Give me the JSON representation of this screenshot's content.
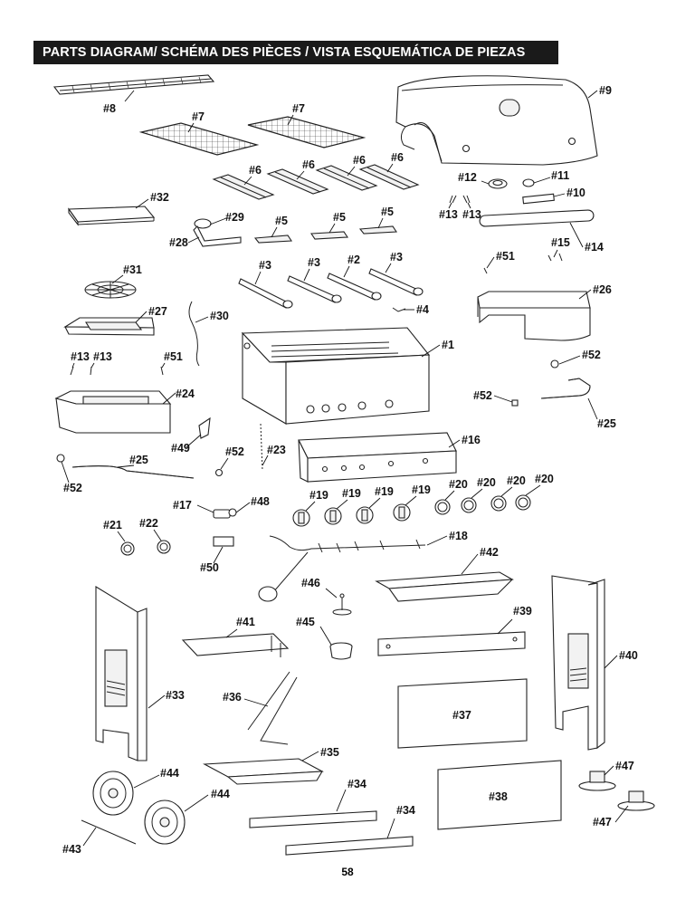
{
  "header": {
    "title": "PARTS DIAGRAM/ SCHÉMA DES PIÈCES / VISTA ESQUEMÁTICA DE PIEZAS"
  },
  "parts": [
    {
      "id": "p8a",
      "label": "#8"
    },
    {
      "id": "p7a",
      "label": "#7"
    },
    {
      "id": "p7b",
      "label": "#7"
    },
    {
      "id": "p9",
      "label": "#9"
    },
    {
      "id": "p6a",
      "label": "#6"
    },
    {
      "id": "p6b",
      "label": "#6"
    },
    {
      "id": "p6c",
      "label": "#6"
    },
    {
      "id": "p6d",
      "label": "#6"
    },
    {
      "id": "p12",
      "label": "#12"
    },
    {
      "id": "p11",
      "label": "#11"
    },
    {
      "id": "p10",
      "label": "#10"
    },
    {
      "id": "p13a",
      "label": "#13"
    },
    {
      "id": "p13b",
      "label": "#13"
    },
    {
      "id": "p32",
      "label": "#32"
    },
    {
      "id": "p29",
      "label": "#29"
    },
    {
      "id": "p28",
      "label": "#28"
    },
    {
      "id": "p5a",
      "label": "#5"
    },
    {
      "id": "p5b",
      "label": "#5"
    },
    {
      "id": "p5c",
      "label": "#5"
    },
    {
      "id": "p15",
      "label": "#15"
    },
    {
      "id": "p14",
      "label": "#14"
    },
    {
      "id": "p51a",
      "label": "#51"
    },
    {
      "id": "p31",
      "label": "#31"
    },
    {
      "id": "p3a",
      "label": "#3"
    },
    {
      "id": "p3b",
      "label": "#3"
    },
    {
      "id": "p2",
      "label": "#2"
    },
    {
      "id": "p3c",
      "label": "#3"
    },
    {
      "id": "p26",
      "label": "#26"
    },
    {
      "id": "p27",
      "label": "#27"
    },
    {
      "id": "p30",
      "label": "#30"
    },
    {
      "id": "p4",
      "label": "#4"
    },
    {
      "id": "p1",
      "label": "#1"
    },
    {
      "id": "p13c",
      "label": "#13"
    },
    {
      "id": "p13d",
      "label": "#13"
    },
    {
      "id": "p51b",
      "label": "#51"
    },
    {
      "id": "p52a",
      "label": "#52"
    },
    {
      "id": "p24",
      "label": "#24"
    },
    {
      "id": "p52b",
      "label": "#52"
    },
    {
      "id": "p25a",
      "label": "#25"
    },
    {
      "id": "p49",
      "label": "#49"
    },
    {
      "id": "p52c",
      "label": "#52"
    },
    {
      "id": "p23",
      "label": "#23"
    },
    {
      "id": "p16",
      "label": "#16"
    },
    {
      "id": "p25b",
      "label": "#25"
    },
    {
      "id": "p52d",
      "label": "#52"
    },
    {
      "id": "p19a",
      "label": "#19"
    },
    {
      "id": "p19b",
      "label": "#19"
    },
    {
      "id": "p19c",
      "label": "#19"
    },
    {
      "id": "p19d",
      "label": "#19"
    },
    {
      "id": "p20a",
      "label": "#20"
    },
    {
      "id": "p20b",
      "label": "#20"
    },
    {
      "id": "p20c",
      "label": "#20"
    },
    {
      "id": "p20d",
      "label": "#20"
    },
    {
      "id": "p17",
      "label": "#17"
    },
    {
      "id": "p48",
      "label": "#48"
    },
    {
      "id": "p21",
      "label": "#21"
    },
    {
      "id": "p22",
      "label": "#22"
    },
    {
      "id": "p18",
      "label": "#18"
    },
    {
      "id": "p50",
      "label": "#50"
    },
    {
      "id": "p42",
      "label": "#42"
    },
    {
      "id": "p46",
      "label": "#46"
    },
    {
      "id": "p41",
      "label": "#41"
    },
    {
      "id": "p45",
      "label": "#45"
    },
    {
      "id": "p39",
      "label": "#39"
    },
    {
      "id": "p40",
      "label": "#40"
    },
    {
      "id": "p33",
      "label": "#33"
    },
    {
      "id": "p36",
      "label": "#36"
    },
    {
      "id": "p37",
      "label": "#37"
    },
    {
      "id": "p35",
      "label": "#35"
    },
    {
      "id": "p44a",
      "label": "#44"
    },
    {
      "id": "p34a",
      "label": "#34"
    },
    {
      "id": "p47a",
      "label": "#47"
    },
    {
      "id": "p44b",
      "label": "#44"
    },
    {
      "id": "p38",
      "label": "#38"
    },
    {
      "id": "p47b",
      "label": "#47"
    },
    {
      "id": "p34b",
      "label": "#34"
    },
    {
      "id": "p43",
      "label": "#43"
    }
  ],
  "footer": {
    "page_number": "58"
  }
}
